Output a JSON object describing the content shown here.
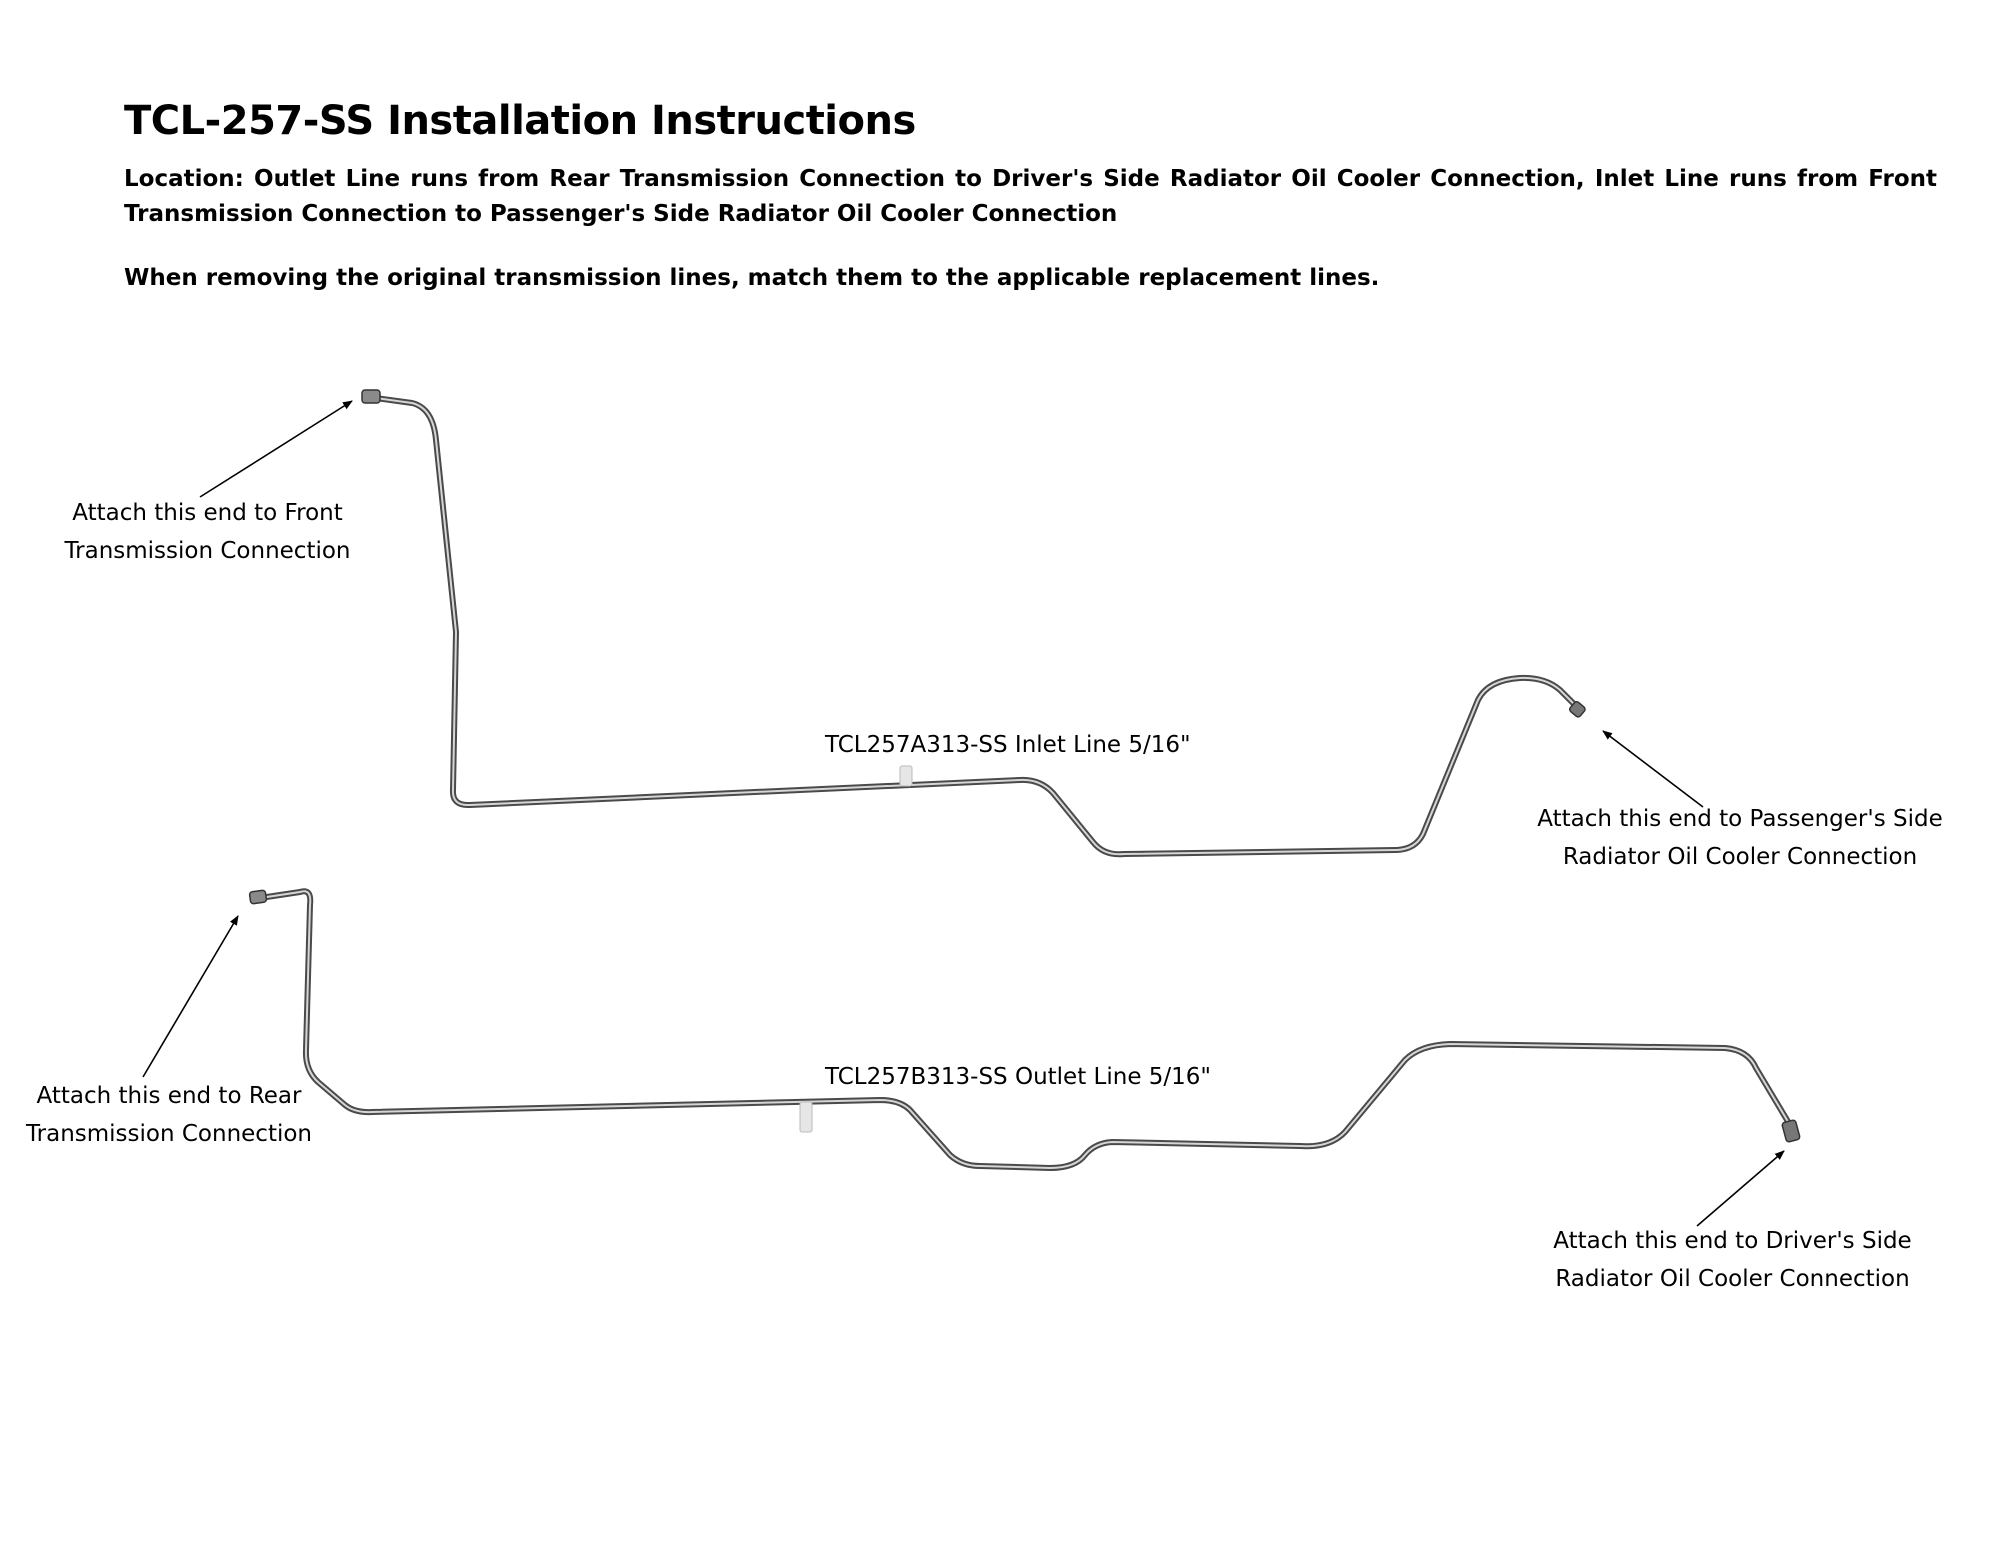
{
  "header": {
    "title": "TCL-257-SS Installation Instructions",
    "location": "Location:  Outlet Line runs from Rear Transmission Connection to Driver's Side Radiator Oil Cooler Connection, Inlet Line runs from Front Transmission Connection to Passenger's Side Radiator Oil Cooler Connection",
    "note": "When removing the original transmission lines, match them to the applicable replacement lines."
  },
  "inlet_line": {
    "part_label": "TCL257A313-SS Inlet Line 5/16\"",
    "front_end_label": [
      "Attach this end to Front",
      "Transmission Connection"
    ],
    "radiator_end_label": [
      "Attach this end to Passenger's Side",
      "Radiator Oil Cooler Connection"
    ]
  },
  "outlet_line": {
    "part_label": "TCL257B313-SS Outlet Line 5/16\"",
    "rear_end_label": [
      "Attach this end to Rear",
      "Transmission Connection"
    ],
    "radiator_end_label": [
      "Attach this end to Driver's Side",
      "Radiator Oil Cooler Connection"
    ]
  },
  "colors": {
    "tube": "#4a4a4a",
    "tube_highlight": "#d6d6d6",
    "text": "#000000"
  }
}
